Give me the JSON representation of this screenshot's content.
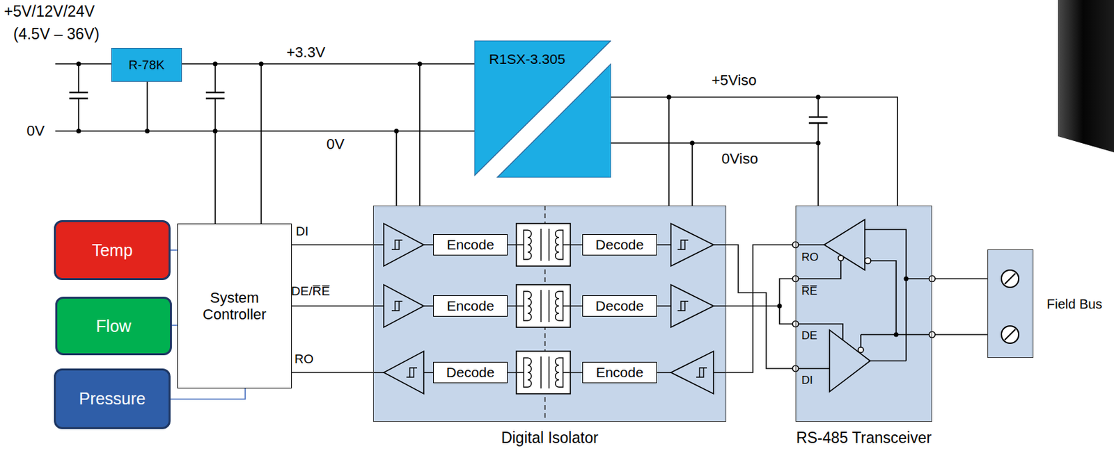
{
  "diagram": {
    "nodes": [
      {
        "text": [
          "R-78K"
        ]
      },
      {
        "text": [
          "R1SX-3.305"
        ]
      },
      {
        "text": [
          "Temp"
        ]
      },
      {
        "text": [
          "Flow"
        ]
      },
      {
        "text": [
          "Pressure"
        ]
      },
      {
        "text": [
          "System Controller"
        ]
      },
      {
        "text": [
          "Digital Isolator"
        ]
      },
      {
        "text": [
          "Encode"
        ],
        "in": 6
      },
      {
        "text": [
          "Decode"
        ],
        "in": 6
      },
      {
        "text": [
          "Encode"
        ],
        "in": 6
      },
      {
        "text": [
          "Decode"
        ],
        "in": 6
      },
      {
        "text": [
          "Decode"
        ],
        "in": 6
      },
      {
        "text": [
          "Encode"
        ],
        "in": 6
      },
      {
        "text": [
          "RS-485 Transceiver"
        ]
      },
      {
        "text": [
          "Field Bus"
        ]
      }
    ],
    "edges": [
      {
        "from": 2,
        "to": 5,
        "arrow": "none"
      },
      {
        "from": 3,
        "to": 5,
        "arrow": "none"
      },
      {
        "from": 4,
        "to": 5,
        "arrow": "none"
      },
      {
        "from": 5,
        "to": 6,
        "arrow": "none"
      },
      {
        "from": 5,
        "to": 6,
        "arrow": "none"
      },
      {
        "from": 6,
        "to": 5,
        "arrow": "none"
      },
      {
        "from": 7,
        "to": 8,
        "arrow": "none"
      },
      {
        "from": 9,
        "to": 10,
        "arrow": "none"
      },
      {
        "from": 12,
        "to": 11,
        "arrow": "none"
      },
      {
        "from": 6,
        "to": 13,
        "arrow": "none"
      },
      {
        "from": 6,
        "to": 13,
        "arrow": "none"
      },
      {
        "from": 13,
        "to": 6,
        "arrow": "none"
      },
      {
        "from": 13,
        "to": 14,
        "arrow": "none"
      },
      {
        "from": 13,
        "to": 14,
        "arrow": "none"
      }
    ],
    "labels": [
      "+5V/12V/24V",
      "(4.5V – 36V)",
      "0V",
      "+3.3V",
      "0V",
      "+5Viso",
      "0Viso",
      "DI",
      "DE/R̅E̅",
      "RO",
      "RO",
      "R̅E̅",
      "DE",
      "DI"
    ]
  }
}
